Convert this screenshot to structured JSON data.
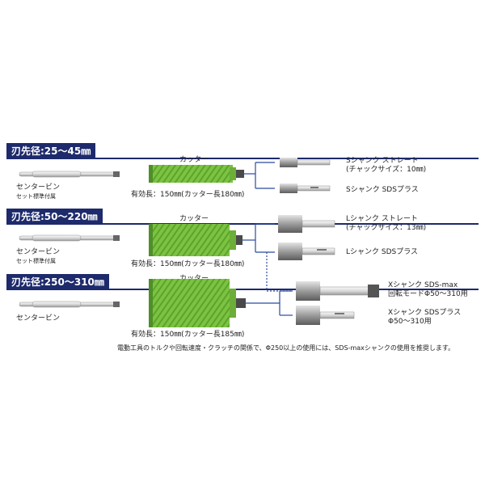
{
  "rows": [
    {
      "badge": "刃先径:25～45㎜",
      "center_pin": "センタービン",
      "center_pin_note": "セット標準付属",
      "cutter_label": "カッター",
      "length_label": "有効長：150㎜(カッター長180㎜)",
      "shanks": [
        {
          "line1": "Sシャンク ストレート",
          "line2": "(チャックサイズ：10㎜)"
        },
        {
          "line1": "Sシャンク SDSプラス",
          "line2": ""
        }
      ]
    },
    {
      "badge": "刃先径:50～220㎜",
      "center_pin": "センタービン",
      "center_pin_note": "セット標準付属",
      "cutter_label": "カッター",
      "length_label": "有効長：150㎜(カッター長180㎜)",
      "shanks": [
        {
          "line1": "Lシャンク ストレート",
          "line2": "(チャックサイズ：13㎜)"
        },
        {
          "line1": "Lシャンク SDSプラス",
          "line2": ""
        }
      ]
    },
    {
      "badge": "刃先径:250～310㎜",
      "center_pin": "センタービン",
      "center_pin_note": "",
      "cutter_label": "カッター",
      "length_label": "有効長：150㎜(カッター長185㎜)",
      "shanks": [
        {
          "line1": "Xシャンク SDS-max",
          "line2": "回転モードΦ50～310用"
        },
        {
          "line1": "Xシャンク SDSプラス",
          "line2": "Φ50～310用"
        }
      ]
    }
  ],
  "footnote": "電動工具のトルクや回転速度・クラッチの関係で、Φ250以上の使用には、SDS-maxシャンクの使用を推奨します。",
  "colors": {
    "badge": "#1d2a6b",
    "cutter_green": "#7dc242",
    "connector": "#2b4aa0"
  }
}
